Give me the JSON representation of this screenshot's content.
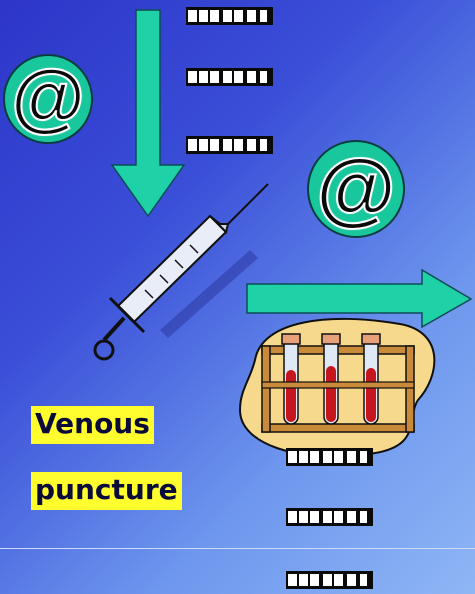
{
  "labels": {
    "line1": "Venous",
    "line2": "puncture"
  },
  "at_symbol": "@",
  "colors": {
    "background_start": "#2d35c9",
    "background_end": "#8fb6f5",
    "arrow_fill": "#1fd1a6",
    "circle_fill": "#18c79c",
    "label_background": "#fffd2e"
  },
  "icons": [
    "at-sign-badge",
    "down-arrow",
    "right-arrow",
    "syringe",
    "test-tube-rack",
    "barcode-placeholder"
  ]
}
